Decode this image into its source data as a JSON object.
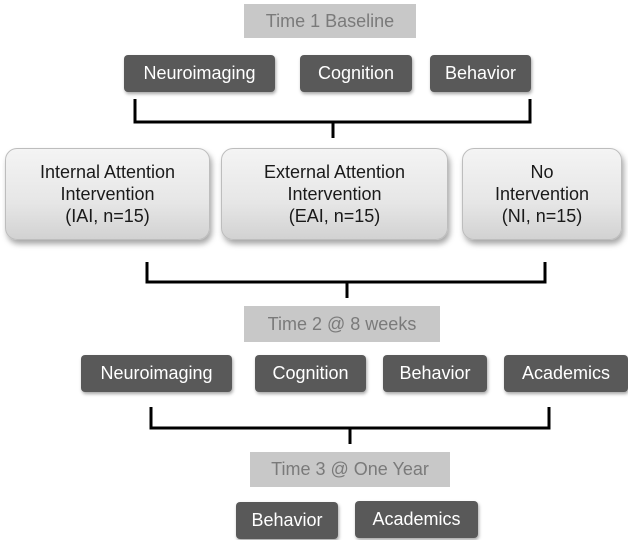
{
  "baseline": {
    "title": "Time 1 Baseline",
    "measures": [
      "Neuroimaging",
      "Cognition",
      "Behavior"
    ]
  },
  "interventions": [
    {
      "lines": [
        "Internal Attention",
        "Intervention",
        "(IAI, n=15)"
      ]
    },
    {
      "lines": [
        "External Attention",
        "Intervention",
        "(EAI, n=15)"
      ]
    },
    {
      "lines": [
        "No",
        "Intervention",
        "(NI, n=15)"
      ]
    }
  ],
  "time2": {
    "title": "Time 2 @ 8 weeks",
    "measures": [
      "Neuroimaging",
      "Cognition",
      "Behavior",
      "Academics"
    ]
  },
  "time3": {
    "title": "Time 3 @ One Year",
    "measures": [
      "Behavior",
      "Academics"
    ]
  },
  "colors": {
    "time_box": "#c8c8c8",
    "measure_box": "#595959",
    "intervention_box": "#e6e6e6",
    "bracket": "#000000"
  }
}
